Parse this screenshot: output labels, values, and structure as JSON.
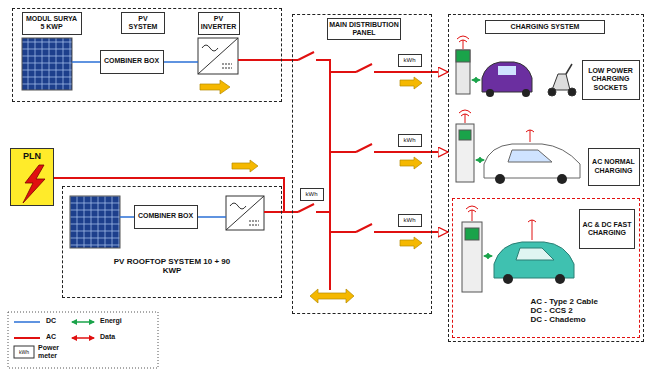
{
  "diagram": {
    "nodes": [
      {
        "text": [
          "PV SYSTEM"
        ]
      },
      {
        "text": [
          "MODUL SURYA 5 KWP"
        ],
        "in": 0
      },
      {
        "text": [
          "COMBINER BOX"
        ],
        "in": 0
      },
      {
        "text": [
          "PV INVERTER"
        ],
        "in": 0
      },
      {
        "text": [
          "PLN"
        ]
      },
      {
        "text": [
          "PV ROOFTOP SYSTEM 10 + 90 KWP"
        ]
      },
      {
        "text": [
          "COMBINER BOX"
        ],
        "in": 5
      },
      {
        "text": [
          "MAIN DISTRIBUTION PANEL"
        ]
      },
      {
        "text": [
          "kWh"
        ],
        "in": 7
      },
      {
        "text": [
          "kWh"
        ],
        "in": 7
      },
      {
        "text": [
          "kWh"
        ],
        "in": 7
      },
      {
        "text": [
          "kWh"
        ],
        "in": 7
      },
      {
        "text": [
          "CHARGING SYSTEM"
        ]
      },
      {
        "text": [
          "LOW POWER CHARGING SOCKETS"
        ],
        "in": 12
      },
      {
        "text": [
          "AC NORMAL CHARGING"
        ],
        "in": 12
      },
      {
        "text": [
          "AC - Type 2 Cable",
          "DC - CCS 2",
          "DC - Chademo"
        ],
        "in": 12
      },
      {
        "text": [
          "AC & DC FAST CHARGING"
        ],
        "in": 15
      }
    ],
    "edges": [
      {
        "from": 0,
        "to": 7,
        "arrow": "none"
      },
      {
        "from": 4,
        "to": 7,
        "arrow": "none"
      },
      {
        "from": 5,
        "to": 7,
        "arrow": "none"
      },
      {
        "from": 7,
        "to": 12,
        "arrow": "to"
      },
      {
        "from": 7,
        "to": 12,
        "arrow": "to"
      },
      {
        "from": 7,
        "to": 12,
        "arrow": "to"
      }
    ],
    "labels": [
      "kWh"
    ],
    "legend": [
      {
        "text": "DC"
      },
      {
        "text": "Energi"
      },
      {
        "text": "AC"
      },
      {
        "text": "Data"
      },
      {
        "text": "Power meter"
      }
    ]
  }
}
